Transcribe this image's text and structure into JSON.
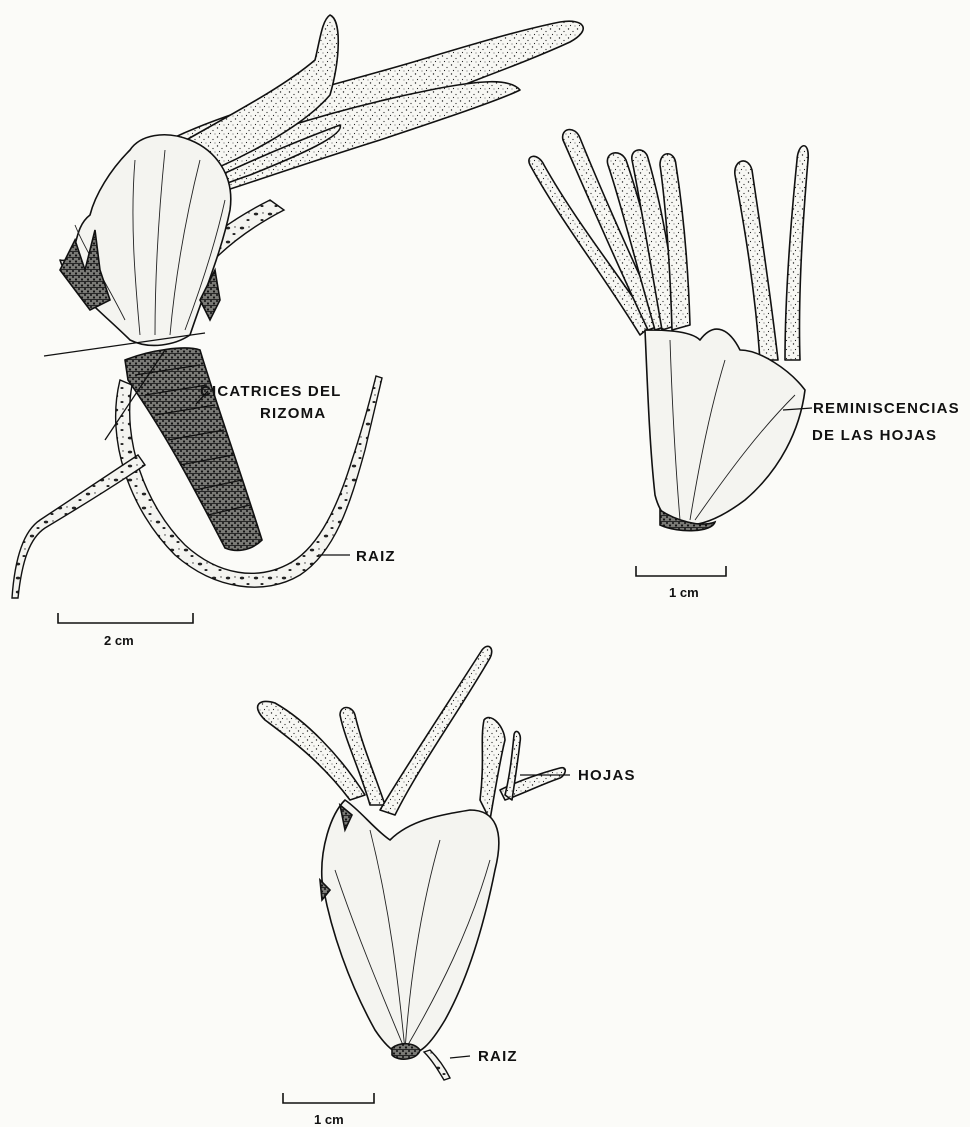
{
  "figure": {
    "background_color": "#fbfbf8",
    "ink_color": "#111111",
    "specimen_top_left": {
      "labels": {
        "rhizome_scars_line1": "CICATRICES DEL",
        "rhizome_scars_line2": "RIZOMA",
        "root": "RAIZ"
      },
      "scale_bar": "2 cm"
    },
    "specimen_top_right": {
      "labels": {
        "leaf_remnants_line1": "REMINISCENCIAS",
        "leaf_remnants_line2": "DE LAS HOJAS"
      },
      "scale_bar": "1 cm"
    },
    "specimen_bottom": {
      "labels": {
        "leaves": "HOJAS",
        "root": "RAIZ"
      },
      "scale_bar": "1 cm"
    }
  }
}
